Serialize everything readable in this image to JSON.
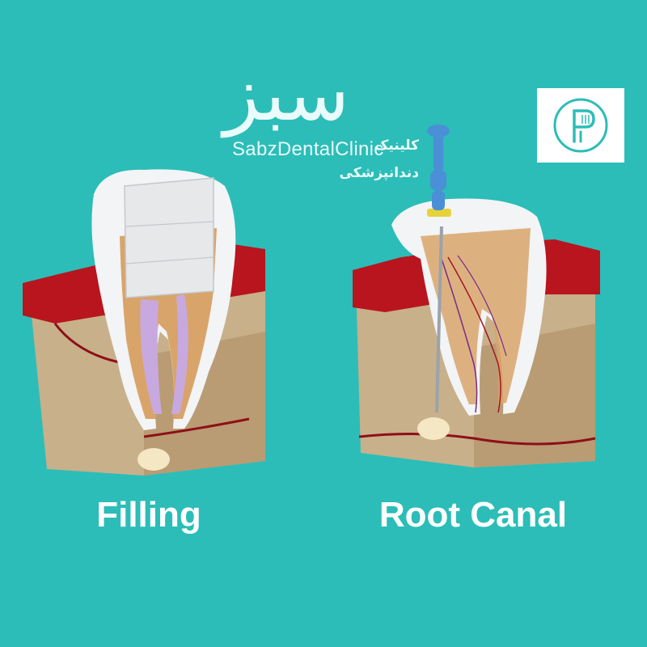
{
  "logo": {
    "wordmark_fa": "سبز",
    "line1_fa": "کلینیک",
    "line2_fa": "دندانپزشکی",
    "wordmark_en": "SabzDentalClinic"
  },
  "captions": {
    "left": "Filling",
    "right": "Root Canal"
  },
  "colors": {
    "background": "#2cbdb8",
    "gum": "#b8151f",
    "bone": "#c8b08a",
    "enamel": "#f2f4f6",
    "dentin": "#d9a46a",
    "filling": "#c7a9e0",
    "file_handle": "#4b8fd6"
  },
  "icons": {
    "badge": "p-toothbrush-logo-icon",
    "left_illustration": "filled-tooth-cross-section",
    "right_illustration": "root-canal-tooth-cross-section"
  }
}
